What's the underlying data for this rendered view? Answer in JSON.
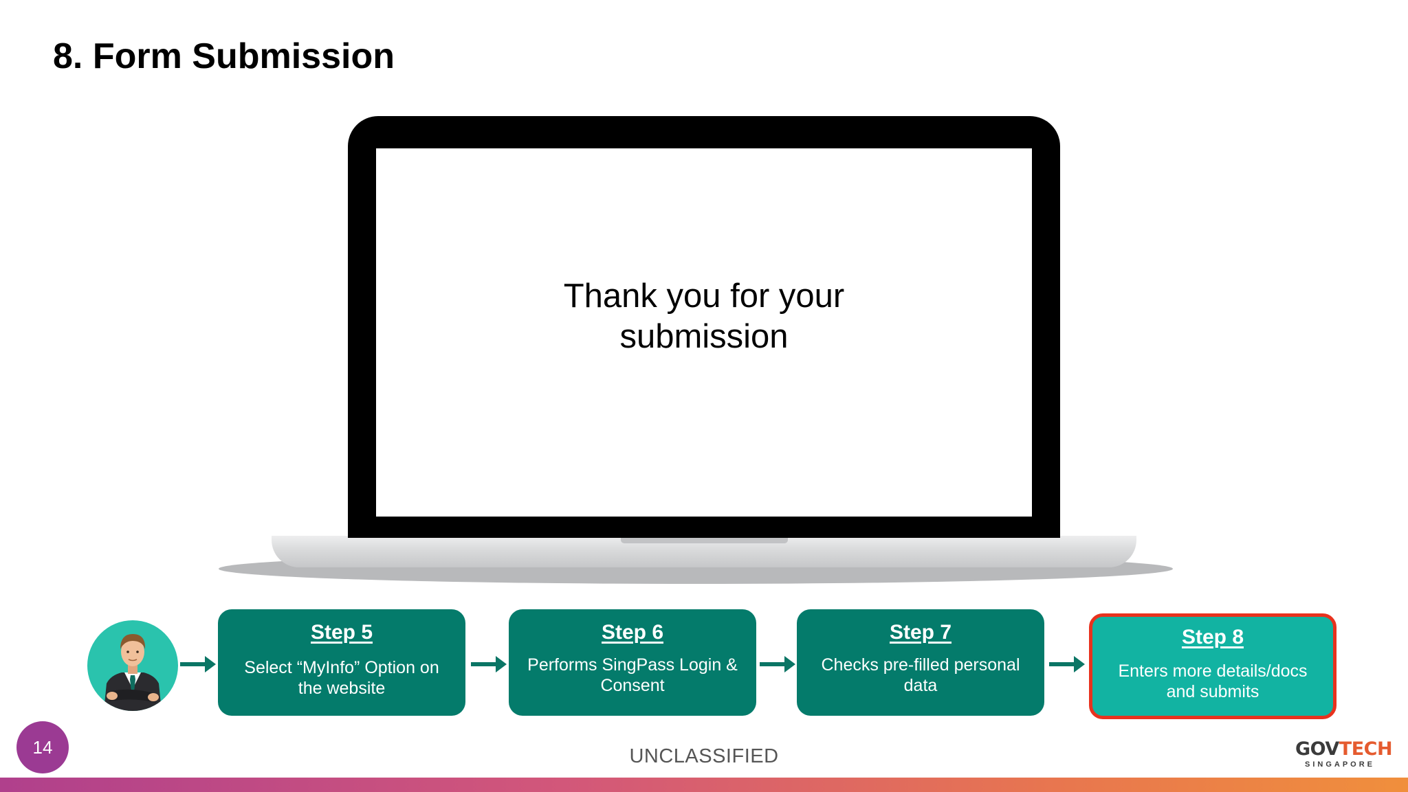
{
  "slide": {
    "title": "8. Form Submission",
    "page_number": "14",
    "classification": "UNCLASSIFIED"
  },
  "laptop": {
    "screen_line1": "Thank you for your",
    "screen_line2": "submission"
  },
  "steps": [
    {
      "title": "Step 5",
      "line1": "Select “MyInfo” Option on",
      "line2": "the website",
      "active": false
    },
    {
      "title": "Step 6",
      "line1": "Performs SingPass Login &",
      "line2": "Consent",
      "active": false
    },
    {
      "title": "Step 7",
      "line1": "Checks pre-filled personal",
      "line2": "data",
      "active": false
    },
    {
      "title": "Step 8",
      "line1": "Enters more details/docs",
      "line2": "and submits",
      "active": true
    }
  ],
  "logo": {
    "gov": "GOV",
    "tech": "TECH",
    "sub": "SINGAPORE"
  },
  "colors": {
    "step_bg": "#047b6b",
    "step_active_bg": "#12b3a2",
    "step_active_border": "#e8321e",
    "arrow": "#0a7565",
    "page_badge": "#9b3a93",
    "avatar_bg": "#2ac3ad"
  },
  "icons": {
    "avatar": "businessman-avatar-icon",
    "arrow": "right-arrow-icon"
  }
}
